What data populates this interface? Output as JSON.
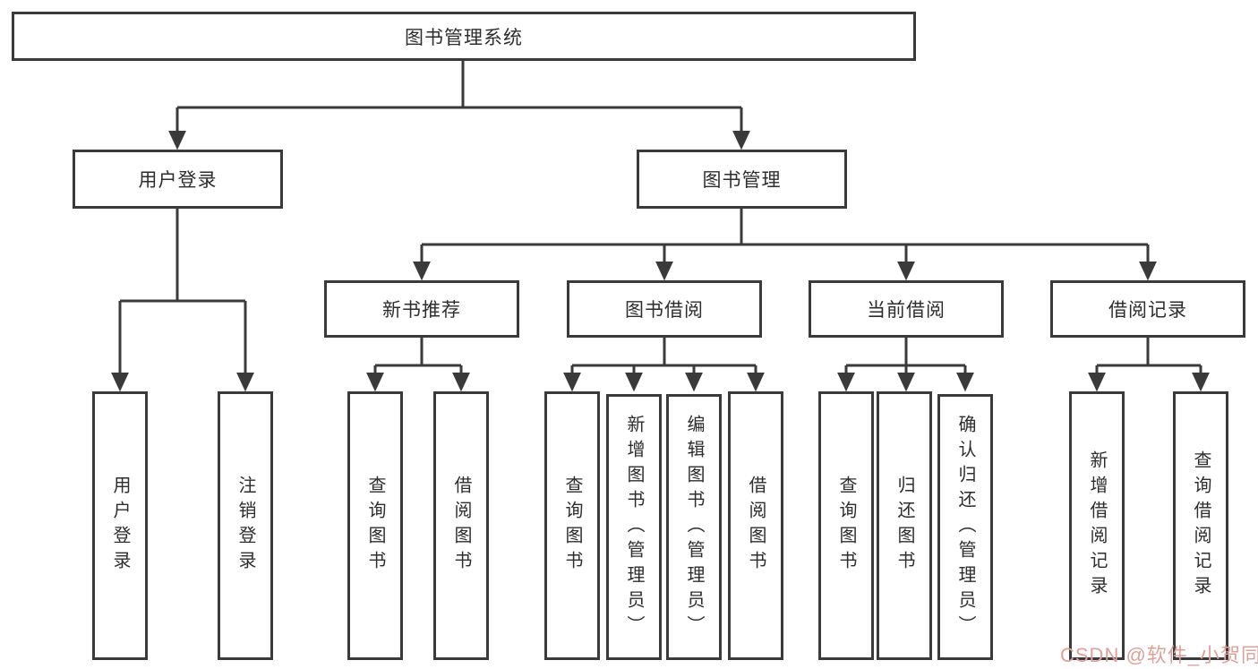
{
  "tree": {
    "label": "图书管理系统",
    "children": [
      {
        "label": "用户登录",
        "children": [
          {
            "label": "用户登录"
          },
          {
            "label": "注销登录"
          }
        ]
      },
      {
        "label": "图书管理",
        "children": [
          {
            "label": "新书推荐",
            "children": [
              {
                "label": "查询图书"
              },
              {
                "label": "借阅图书"
              }
            ]
          },
          {
            "label": "图书借阅",
            "children": [
              {
                "label": "查询图书"
              },
              {
                "label": "新增图书（管理员）"
              },
              {
                "label": "编辑图书（管理员）"
              },
              {
                "label": "借阅图书"
              }
            ]
          },
          {
            "label": "当前借阅",
            "children": [
              {
                "label": "查询图书"
              },
              {
                "label": "归还图书"
              },
              {
                "label": "确认归还（管理员）"
              }
            ]
          },
          {
            "label": "借阅记录",
            "children": [
              {
                "label": "新增借阅记录"
              },
              {
                "label": "查询借阅记录"
              }
            ]
          }
        ]
      }
    ]
  },
  "watermark": {
    "text": "CSDN @软件_小贺同学"
  },
  "colors": {
    "line": "#3a3a3a",
    "text": "#2d2d2d",
    "background": "#ffffff",
    "watermark": "#dfa09a"
  }
}
